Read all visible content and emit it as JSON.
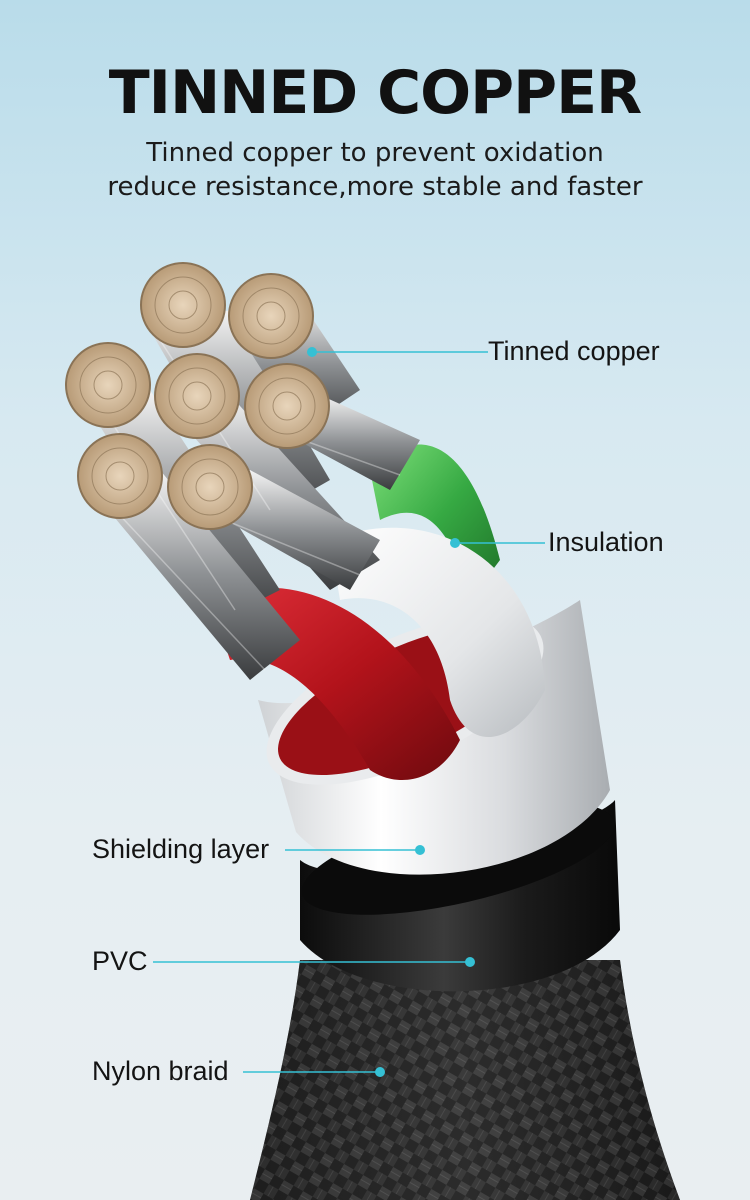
{
  "header": {
    "title": "TINNED COPPER",
    "subtitle_line1": "Tinned copper to prevent oxidation",
    "subtitle_line2": "reduce resistance,more stable and faster"
  },
  "callouts": {
    "tinned_copper": "Tinned copper",
    "insulation": "Insulation",
    "shielding_layer": "Shielding layer",
    "pvc": "PVC",
    "nylon_braid": "Nylon braid"
  },
  "colors": {
    "callout_line": "#35c0d4",
    "insulation_red": "#c4161c",
    "insulation_green": "#3fb44a",
    "shield_white": "#f2f3f4",
    "pvc_black": "#151515",
    "copper_ends": "#d9c3a6"
  }
}
